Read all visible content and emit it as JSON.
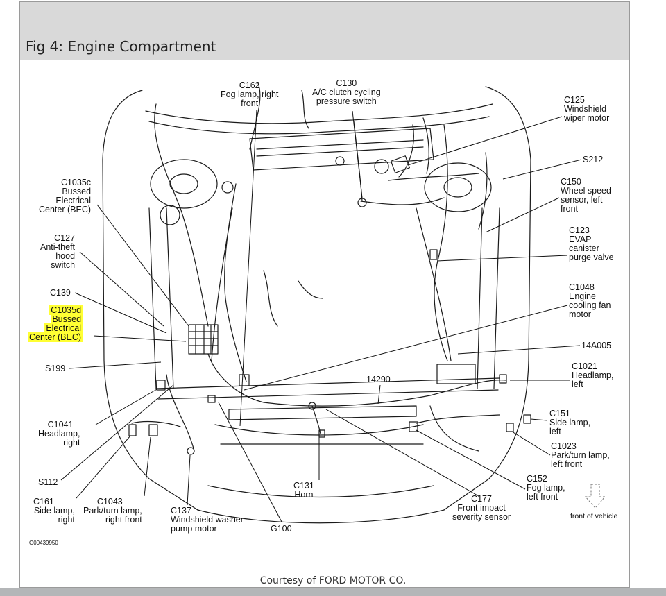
{
  "title": "Fig 4: Engine Compartment",
  "courtesy": "Courtesy of FORD MOTOR CO.",
  "figure_code": "G00439950",
  "front_of_vehicle": "front of vehicle",
  "highlight_color": "#ffff33",
  "labels": {
    "c162": [
      "C162",
      "Fog lamp, right",
      "front"
    ],
    "c130": [
      "C130",
      "A/C clutch cycling",
      "pressure switch"
    ],
    "c125": [
      "C125",
      "Windshield",
      "wiper motor"
    ],
    "s212": [
      "S212"
    ],
    "c150": [
      "C150",
      "Wheel speed",
      "sensor, left",
      "front"
    ],
    "c123": [
      "C123",
      "EVAP",
      "canister",
      "purge valve"
    ],
    "c1048": [
      "C1048",
      "Engine",
      "cooling fan",
      "motor"
    ],
    "a14a005": [
      "14A005"
    ],
    "c1021": [
      "C1021",
      "Headlamp,",
      "left"
    ],
    "a14290": [
      "14290"
    ],
    "c151": [
      "C151",
      "Side lamp,",
      "left"
    ],
    "c1023": [
      "C1023",
      "Park/turn lamp,",
      "left front"
    ],
    "c152": [
      "C152",
      "Fog lamp,",
      "left front"
    ],
    "c177": [
      "C177",
      "Front impact",
      "severity sensor"
    ],
    "c131": [
      "C131",
      "Horn"
    ],
    "g100": [
      "G100"
    ],
    "c137": [
      "C137",
      "Windshield washer",
      "pump motor"
    ],
    "c1043": [
      "C1043",
      "Park/turn lamp,",
      "right front"
    ],
    "c161": [
      "C161",
      "Side lamp,",
      "right"
    ],
    "s112": [
      "S112"
    ],
    "c1041": [
      "C1041",
      "Headlamp,",
      "right"
    ],
    "s199": [
      "S199"
    ],
    "c1035d": [
      "C1035d",
      "Bussed",
      "Electrical",
      "Center (BEC)"
    ],
    "c139": [
      "C139"
    ],
    "c127": [
      "C127",
      "Anti-theft",
      "hood",
      "switch"
    ],
    "c1035c": [
      "C1035c",
      "Bussed",
      "Electrical",
      "Center (BEC)"
    ]
  }
}
